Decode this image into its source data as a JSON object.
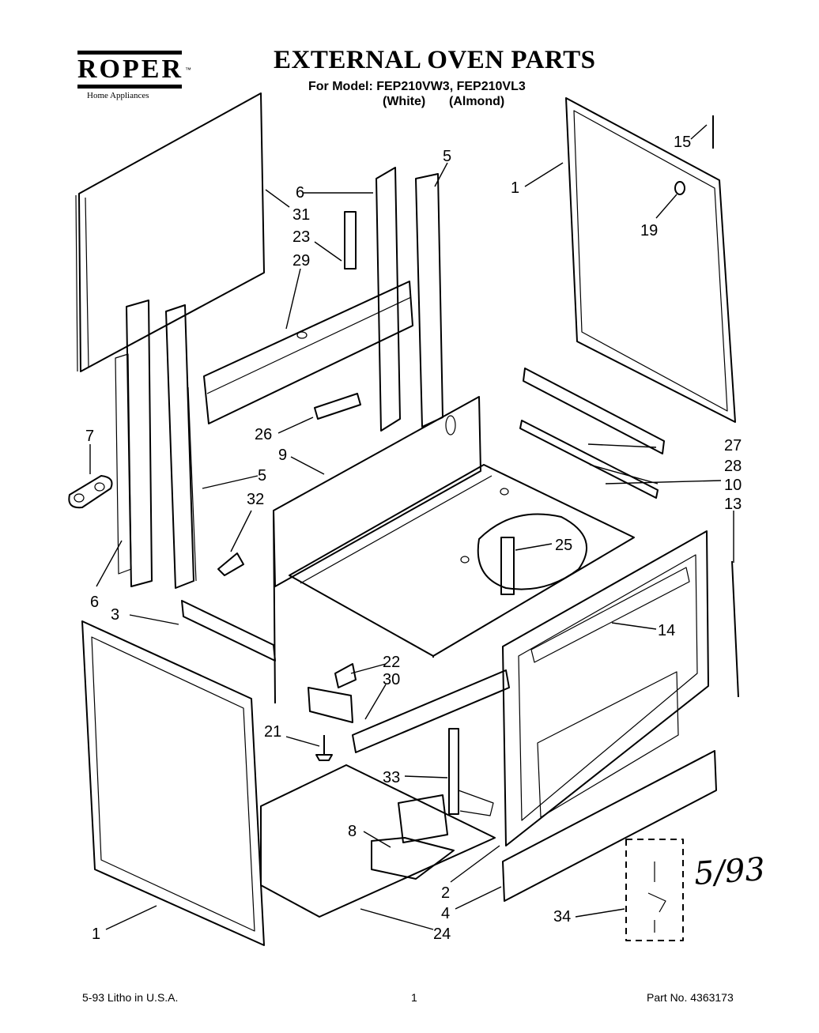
{
  "brand": {
    "name": "ROPER",
    "tm": "™",
    "tagline": "Home Appliances"
  },
  "header": {
    "title": "EXTERNAL OVEN PARTS",
    "model_line": "For Model: FEP210VW3, FEP210VL3",
    "color_white": "(White)",
    "color_almond": "(Almond)"
  },
  "callouts": [
    "1",
    "15",
    "19",
    "5",
    "6",
    "31",
    "23",
    "29",
    "7",
    "26",
    "9",
    "27",
    "28",
    "10",
    "13",
    "25",
    "5",
    "32",
    "6",
    "3",
    "14",
    "22",
    "30",
    "21",
    "33",
    "8",
    "2",
    "4",
    "34",
    "1",
    "24"
  ],
  "handwritten_note": "5/93",
  "footer": {
    "left": "5-93  Litho in U.S.A.",
    "center": "1",
    "right": "Part No. 4363173"
  }
}
